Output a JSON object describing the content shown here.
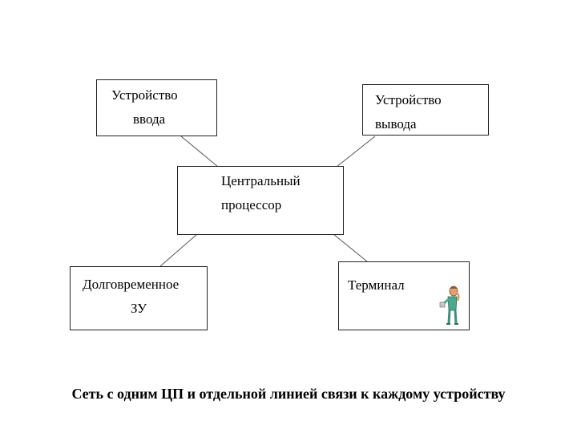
{
  "diagram": {
    "nodes": {
      "input_device": {
        "line1": "Устройство",
        "line2": "ввода"
      },
      "output_device": {
        "line1": "Устройство",
        "line2": "вывода"
      },
      "cpu": {
        "line1": "Центральный",
        "line2": "процессор"
      },
      "long_term_storage": {
        "line1": "Долговременное",
        "line2": "ЗУ"
      },
      "terminal": {
        "line1": "Терминал"
      }
    },
    "edges": [
      {
        "from": "input_device",
        "to": "cpu"
      },
      {
        "from": "output_device",
        "to": "cpu"
      },
      {
        "from": "long_term_storage",
        "to": "cpu"
      },
      {
        "from": "terminal",
        "to": "cpu"
      }
    ],
    "caption": "Сеть с одним ЦП и отдельной линией связи к каждому устройству",
    "icons": {
      "terminal_figure": "person-with-phone-icon"
    },
    "colors": {
      "line": "#555555",
      "border": "#222222",
      "figure_body": "#4aa88e",
      "figure_skin": "#e0a070"
    }
  }
}
